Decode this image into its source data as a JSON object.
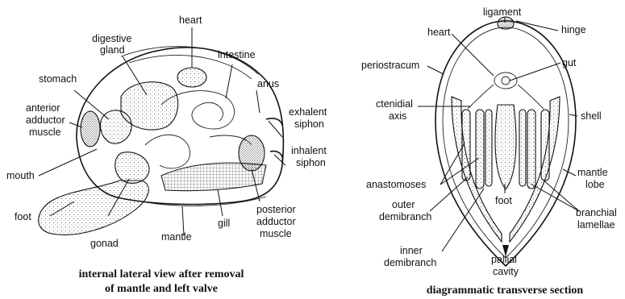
{
  "left_panel": {
    "caption_line1": "internal lateral view after removal",
    "caption_line2": "of mantle and left valve",
    "labels": {
      "heart": "heart",
      "digestive_1": "digestive",
      "digestive_2": "gland",
      "intestine": "intestine",
      "stomach": "stomach",
      "anus": "anus",
      "anterior_1": "anterior",
      "anterior_2": "adductor",
      "anterior_3": "muscle",
      "exhalent_1": "exhalent",
      "exhalent_2": "siphon",
      "inhalent_1": "inhalent",
      "inhalent_2": "siphon",
      "mouth": "mouth",
      "foot": "foot",
      "gill": "gill",
      "posterior_1": "posterior",
      "posterior_2": "adductor",
      "posterior_3": "muscle",
      "gonad": "gonad",
      "mantle": "mantle"
    }
  },
  "right_panel": {
    "caption": "diagrammatic transverse section",
    "labels": {
      "ligament": "ligament",
      "heart": "heart",
      "hinge": "hinge",
      "periostracum": "periostracum",
      "gut": "gut",
      "ctenidial_1": "ctenidial",
      "ctenidial_2": "axis",
      "shell": "shell",
      "anastomoses": "anastomoses",
      "mantle_1": "mantle",
      "mantle_2": "lobe",
      "foot": "foot",
      "outer_1": "outer",
      "outer_2": "demibranch",
      "branchial_1": "branchial",
      "branchial_2": "lamellae",
      "inner_1": "inner",
      "inner_2": "demibranch",
      "pallial_1": "pallial",
      "pallial_2": "cavity"
    }
  }
}
